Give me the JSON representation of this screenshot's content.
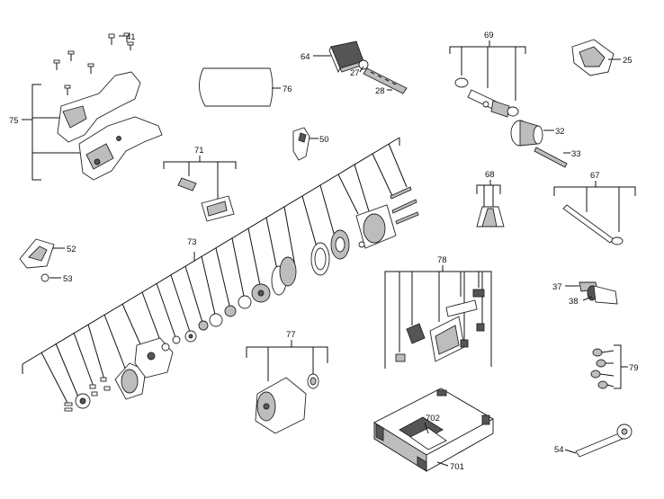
{
  "diagram": {
    "title": "",
    "part_numbers": {
      "p41": "41",
      "p75": "75",
      "p76": "76",
      "p64": "64",
      "p27": "27",
      "p28": "28",
      "p69": "69",
      "p25": "25",
      "p32": "32",
      "p33": "33",
      "p50": "50",
      "p71": "71",
      "p68": "68",
      "p67": "67",
      "p73": "73",
      "p52": "52",
      "p53": "53",
      "p78": "78",
      "p37": "37",
      "p38": "38",
      "p77": "77",
      "p79": "79",
      "p702": "702",
      "p701": "701",
      "p54": "54"
    }
  }
}
